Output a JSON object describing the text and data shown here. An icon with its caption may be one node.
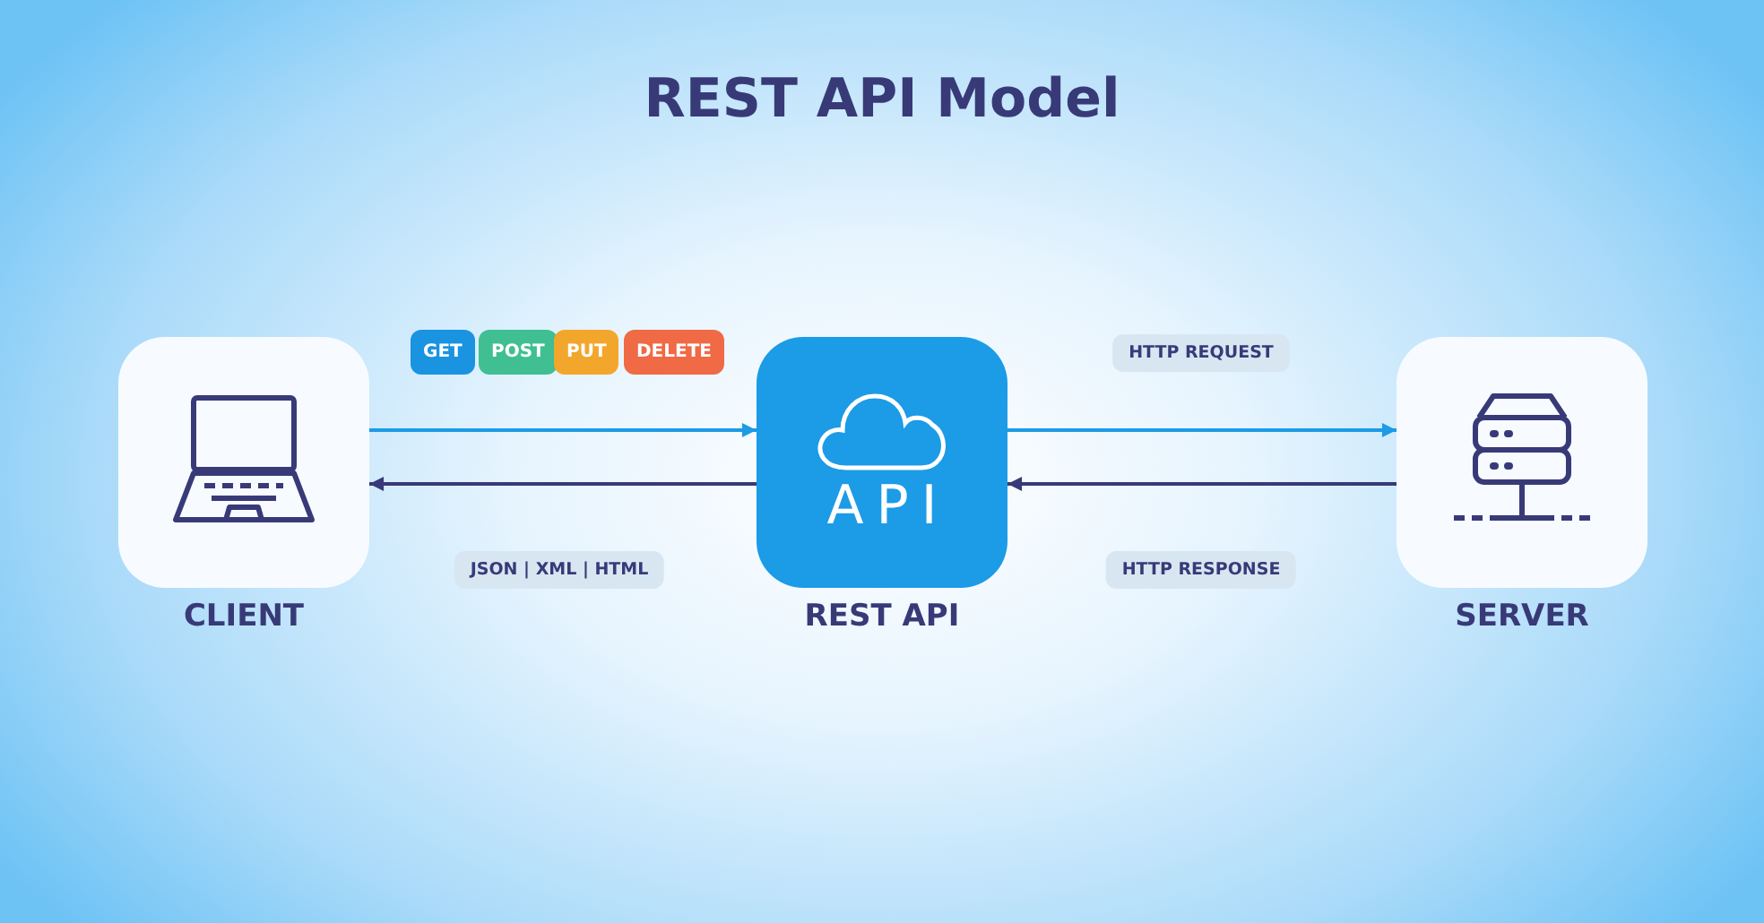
{
  "diagram": {
    "title": "REST API Model",
    "nodes": [
      {
        "text": [
          "CLIENT"
        ]
      },
      {
        "text": [
          "API",
          "REST API"
        ]
      },
      {
        "text": [
          "SERVER"
        ]
      }
    ],
    "edges": [
      {
        "from": 0,
        "to": 1,
        "arrow": "to",
        "color": "#1c9be6"
      },
      {
        "from": 1,
        "to": 0,
        "arrow": "to",
        "label": "JSON | XML | HTML",
        "color": "#383a78"
      },
      {
        "from": 1,
        "to": 2,
        "arrow": "to",
        "label": "HTTP REQUEST",
        "color": "#1c9be6"
      },
      {
        "from": 2,
        "to": 1,
        "arrow": "to",
        "label": "HTTP RESPONSE",
        "color": "#383a78"
      }
    ],
    "labels": [
      "GET",
      "POST",
      "PUT",
      "DELETE"
    ]
  }
}
